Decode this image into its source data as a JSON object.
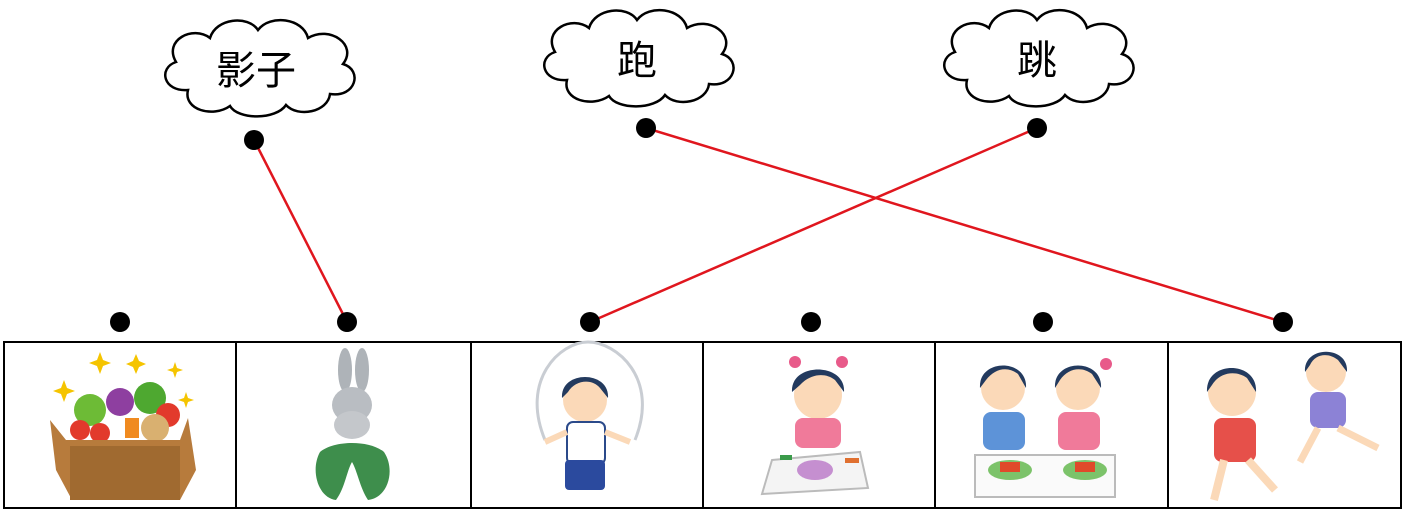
{
  "words": [
    "影子",
    "跑",
    "跳"
  ],
  "pictures": [
    {
      "name": "vegetable-box-picture",
      "icon": "vegetable-box"
    },
    {
      "name": "rabbit-shadow-picture",
      "icon": "rabbit-shadow"
    },
    {
      "name": "jump-rope-girl-picture",
      "icon": "jump-rope-girl"
    },
    {
      "name": "drawing-girl-picture",
      "icon": "drawing-girl"
    },
    {
      "name": "children-eating-picture",
      "icon": "children-eating"
    },
    {
      "name": "running-children-picture",
      "icon": "running-children"
    }
  ],
  "connections": [
    {
      "word": 0,
      "picture": 1
    },
    {
      "word": 1,
      "picture": 5
    },
    {
      "word": 2,
      "picture": 2
    }
  ],
  "colors": {
    "line": "#e0161e",
    "dot": "#000000",
    "cloud_fill": "#ffffff",
    "cloud_stroke": "#000000"
  }
}
